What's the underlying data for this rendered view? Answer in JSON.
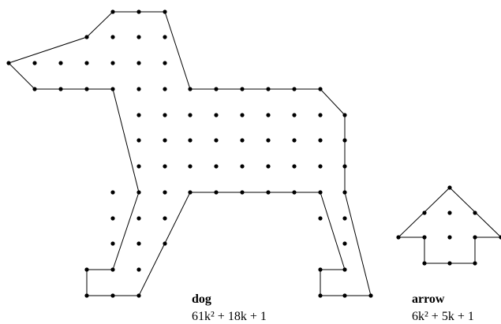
{
  "figures": [
    {
      "id": "dog",
      "name": "dog",
      "formula": "61k² + 18k + 1"
    },
    {
      "id": "arrow",
      "name": "arrow",
      "formula": "6k² + 5k + 1"
    }
  ]
}
